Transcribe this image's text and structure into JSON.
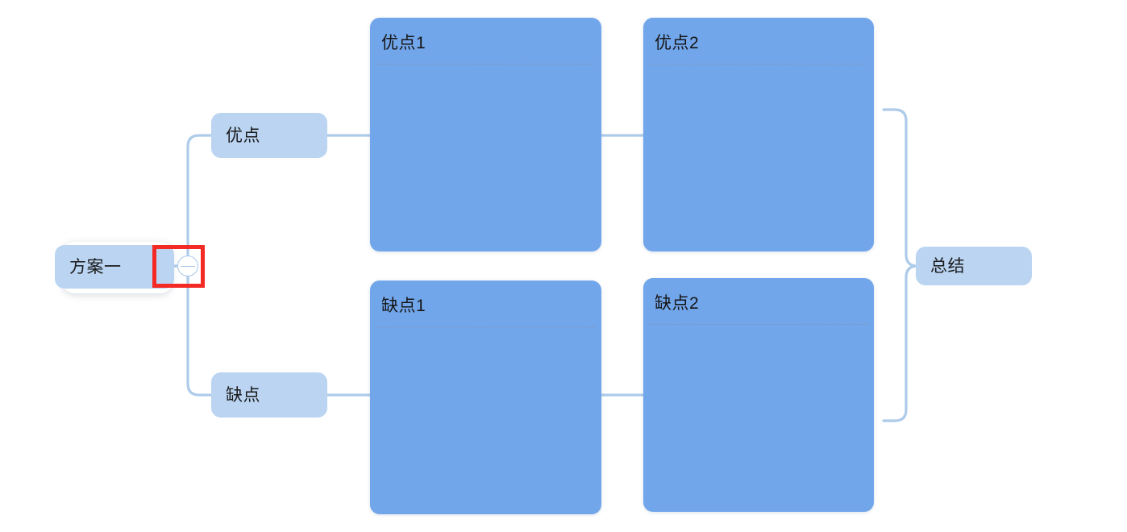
{
  "diagram": {
    "type": "mindmap",
    "background_color": "#ffffff",
    "accent_colors": {
      "pill_node": "#bad4f2",
      "card_node": "#72a6eb",
      "edge": "#aecbea",
      "card_divider": "#8098bf",
      "annotation": "#f42b25"
    },
    "root": {
      "label": "方案一",
      "collapse_toggle": {
        "icon": "minus-circle-icon",
        "state": "expanded"
      }
    },
    "branches": [
      {
        "label": "优点"
      },
      {
        "label": "缺点"
      }
    ],
    "cards": [
      {
        "title": "优点1",
        "body": ""
      },
      {
        "title": "优点2",
        "body": ""
      },
      {
        "title": "缺点1",
        "body": ""
      },
      {
        "title": "缺点2",
        "body": ""
      }
    ],
    "summary": {
      "label": "总结"
    },
    "annotation": {
      "shape": "rectangle",
      "color": "#f42b25",
      "target": "collapse-toggle"
    }
  }
}
